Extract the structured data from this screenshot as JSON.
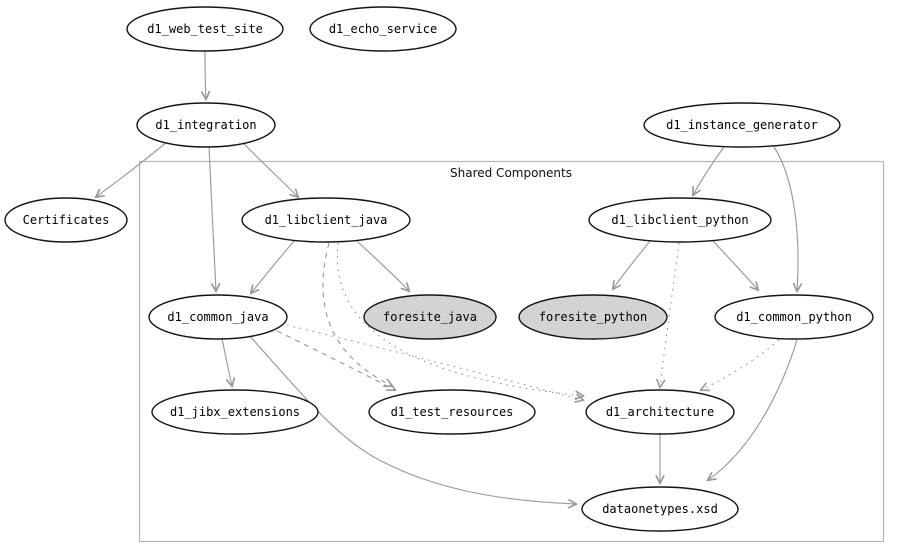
{
  "diagram": {
    "kind": "dependency-graph",
    "cluster_label": "Shared Components"
  },
  "colors": {
    "edge": "#9a9a9a",
    "node_border": "#141414",
    "node_fill_default": "#ffffff",
    "node_fill_gray": "#d3d3d3",
    "cluster_border": "#b5b5b5",
    "background": "#ffffff",
    "text": "#000000"
  },
  "nodes": {
    "d1_web_test_site": {
      "label": "d1_web_test_site",
      "filled": false,
      "in_cluster": false
    },
    "d1_echo_service": {
      "label": "d1_echo_service",
      "filled": false,
      "in_cluster": false
    },
    "d1_integration": {
      "label": "d1_integration",
      "filled": false,
      "in_cluster": false
    },
    "d1_instance_generator": {
      "label": "d1_instance_generator",
      "filled": false,
      "in_cluster": false
    },
    "certificates": {
      "label": "Certificates",
      "filled": false,
      "in_cluster": false
    },
    "d1_libclient_java": {
      "label": "d1_libclient_java",
      "filled": false,
      "in_cluster": true
    },
    "d1_libclient_python": {
      "label": "d1_libclient_python",
      "filled": false,
      "in_cluster": true
    },
    "d1_common_java": {
      "label": "d1_common_java",
      "filled": false,
      "in_cluster": true
    },
    "foresite_java": {
      "label": "foresite_java",
      "filled": true,
      "in_cluster": true
    },
    "foresite_python": {
      "label": "foresite_python",
      "filled": true,
      "in_cluster": true
    },
    "d1_common_python": {
      "label": "d1_common_python",
      "filled": false,
      "in_cluster": true
    },
    "d1_jibx_extensions": {
      "label": "d1_jibx_extensions",
      "filled": false,
      "in_cluster": true
    },
    "d1_test_resources": {
      "label": "d1_test_resources",
      "filled": false,
      "in_cluster": true
    },
    "d1_architecture": {
      "label": "d1_architecture",
      "filled": false,
      "in_cluster": true
    },
    "dataonetypes_xsd": {
      "label": "dataonetypes.xsd",
      "filled": false,
      "in_cluster": true
    }
  },
  "edges": [
    {
      "from": "d1_web_test_site",
      "to": "d1_integration",
      "style": "solid"
    },
    {
      "from": "d1_integration",
      "to": "Certificates",
      "style": "solid"
    },
    {
      "from": "d1_integration",
      "to": "d1_common_java",
      "style": "solid"
    },
    {
      "from": "d1_integration",
      "to": "d1_libclient_java",
      "style": "solid"
    },
    {
      "from": "d1_instance_generator",
      "to": "d1_libclient_python",
      "style": "solid"
    },
    {
      "from": "d1_instance_generator",
      "to": "d1_common_python",
      "style": "solid"
    },
    {
      "from": "d1_libclient_java",
      "to": "d1_common_java",
      "style": "solid"
    },
    {
      "from": "d1_libclient_java",
      "to": "foresite_java",
      "style": "solid"
    },
    {
      "from": "d1_libclient_java",
      "to": "d1_test_resources",
      "style": "dashed"
    },
    {
      "from": "d1_libclient_java",
      "to": "d1_architecture",
      "style": "dotted"
    },
    {
      "from": "d1_libclient_python",
      "to": "foresite_python",
      "style": "solid"
    },
    {
      "from": "d1_libclient_python",
      "to": "d1_common_python",
      "style": "solid"
    },
    {
      "from": "d1_libclient_python",
      "to": "d1_architecture",
      "style": "dotted"
    },
    {
      "from": "d1_common_java",
      "to": "d1_jibx_extensions",
      "style": "solid"
    },
    {
      "from": "d1_common_java",
      "to": "d1_test_resources",
      "style": "dashed"
    },
    {
      "from": "d1_common_java",
      "to": "d1_architecture",
      "style": "dotted"
    },
    {
      "from": "d1_common_java",
      "to": "dataonetypes.xsd",
      "style": "solid"
    },
    {
      "from": "d1_common_python",
      "to": "d1_architecture",
      "style": "dotted"
    },
    {
      "from": "d1_common_python",
      "to": "dataonetypes.xsd",
      "style": "solid"
    },
    {
      "from": "d1_architecture",
      "to": "dataonetypes.xsd",
      "style": "solid"
    }
  ]
}
